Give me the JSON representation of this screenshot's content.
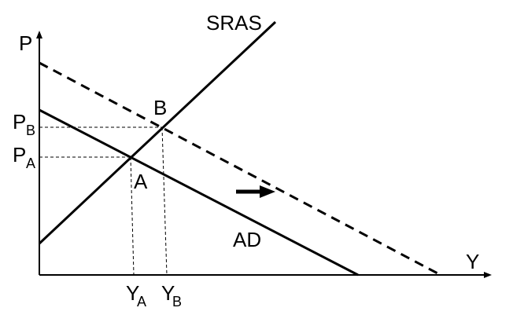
{
  "axes": {
    "y_label": "P",
    "x_label": "Y"
  },
  "curves": {
    "sras_label": "SRAS",
    "ad_label": "AD"
  },
  "points": {
    "a_label": "A",
    "b_label": "B"
  },
  "ticks": {
    "pb_main": "P",
    "pb_sub": "B",
    "pa_main": "P",
    "pa_sub": "A",
    "ya_main": "Y",
    "ya_sub": "A",
    "yb_main": "Y",
    "yb_sub": "B"
  },
  "annotations": {
    "shift_arrow_icon": "right-arrow-icon"
  }
}
